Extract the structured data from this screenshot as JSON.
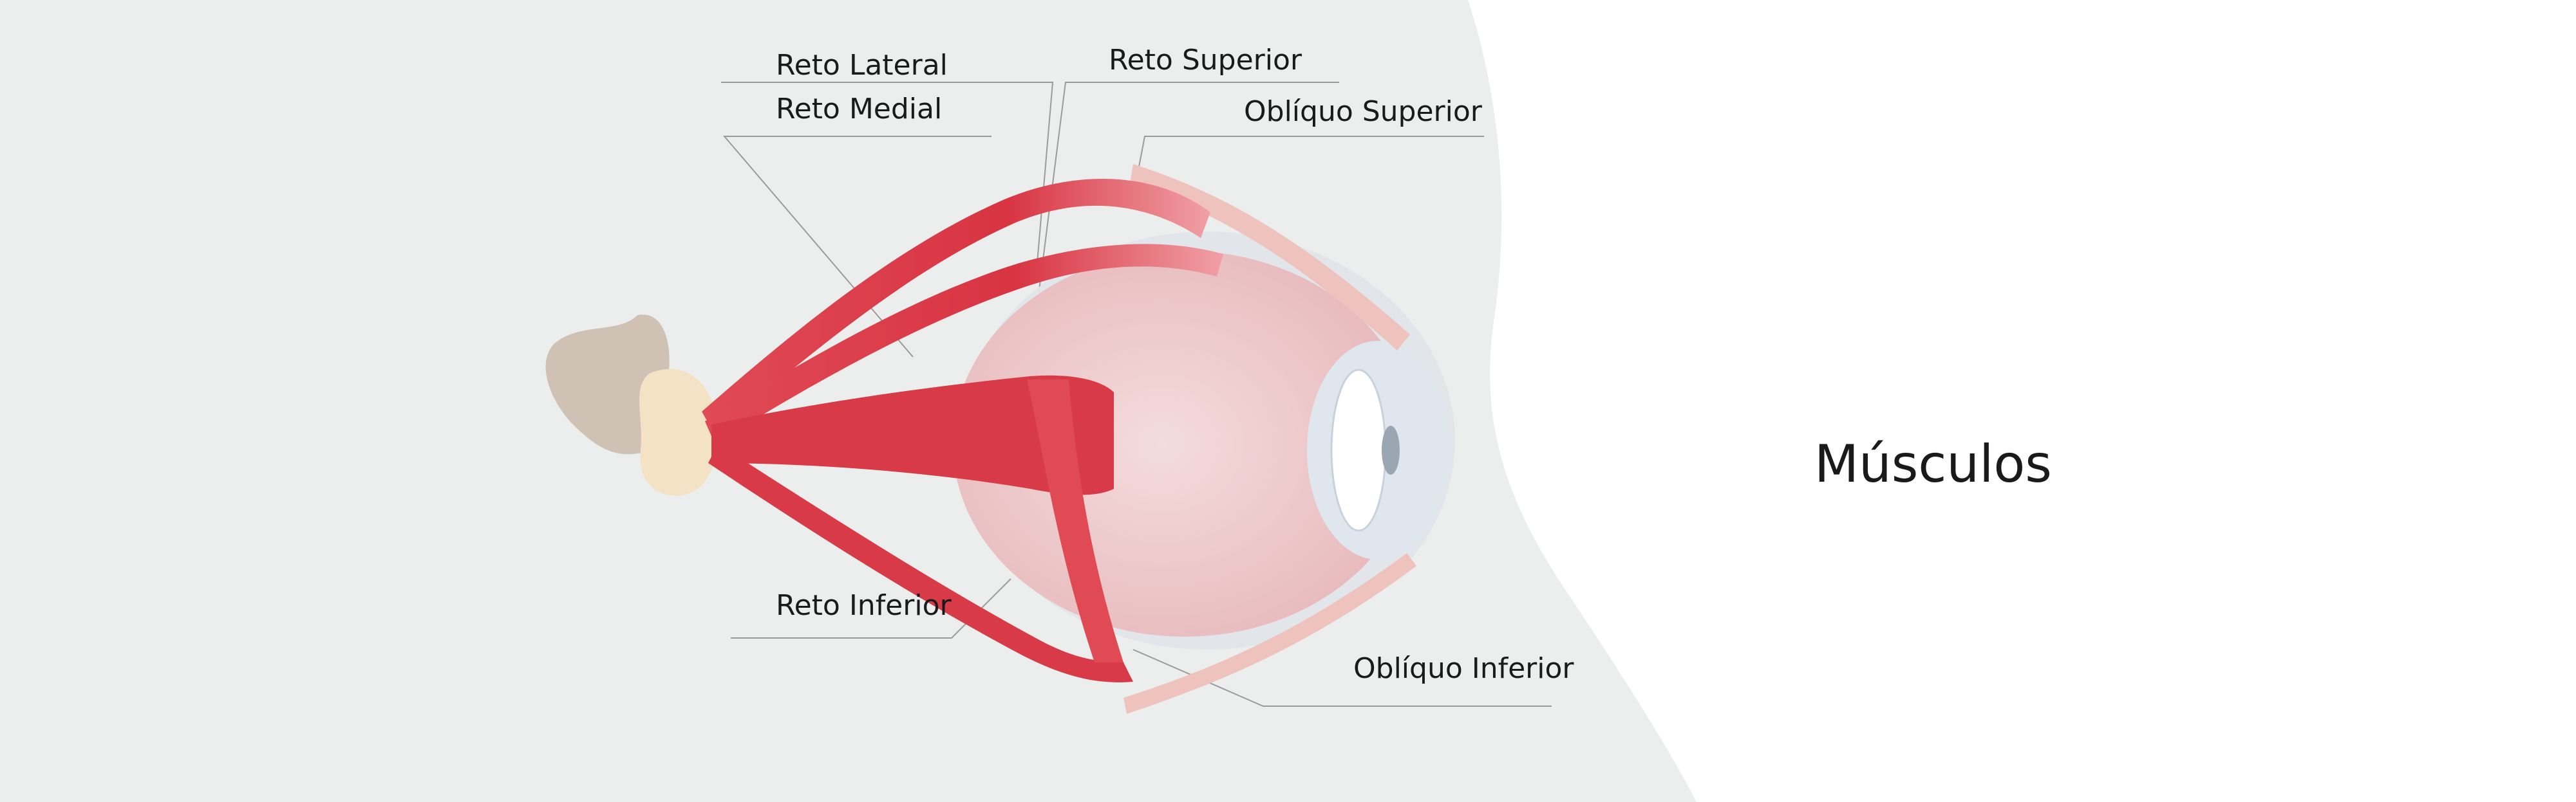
{
  "labels": {
    "reto_lateral": "Reto Lateral",
    "reto_medial": "Reto Medial",
    "reto_superior": "Reto Superior",
    "obliquo_superior": "Oblíquo Superior",
    "reto_inferior": "Reto Inferior",
    "obliquo_inferior": "Oblíquo Inferior"
  },
  "title": "Músculos",
  "colors": {
    "panel": "#eceeed",
    "muscle": "#d83a48",
    "muscle_light": "#e86870",
    "sclera": "#f3d6d6",
    "bone": "#cfc2b4",
    "tendon": "#f3e2c4",
    "leader": "#9a9a9a"
  }
}
